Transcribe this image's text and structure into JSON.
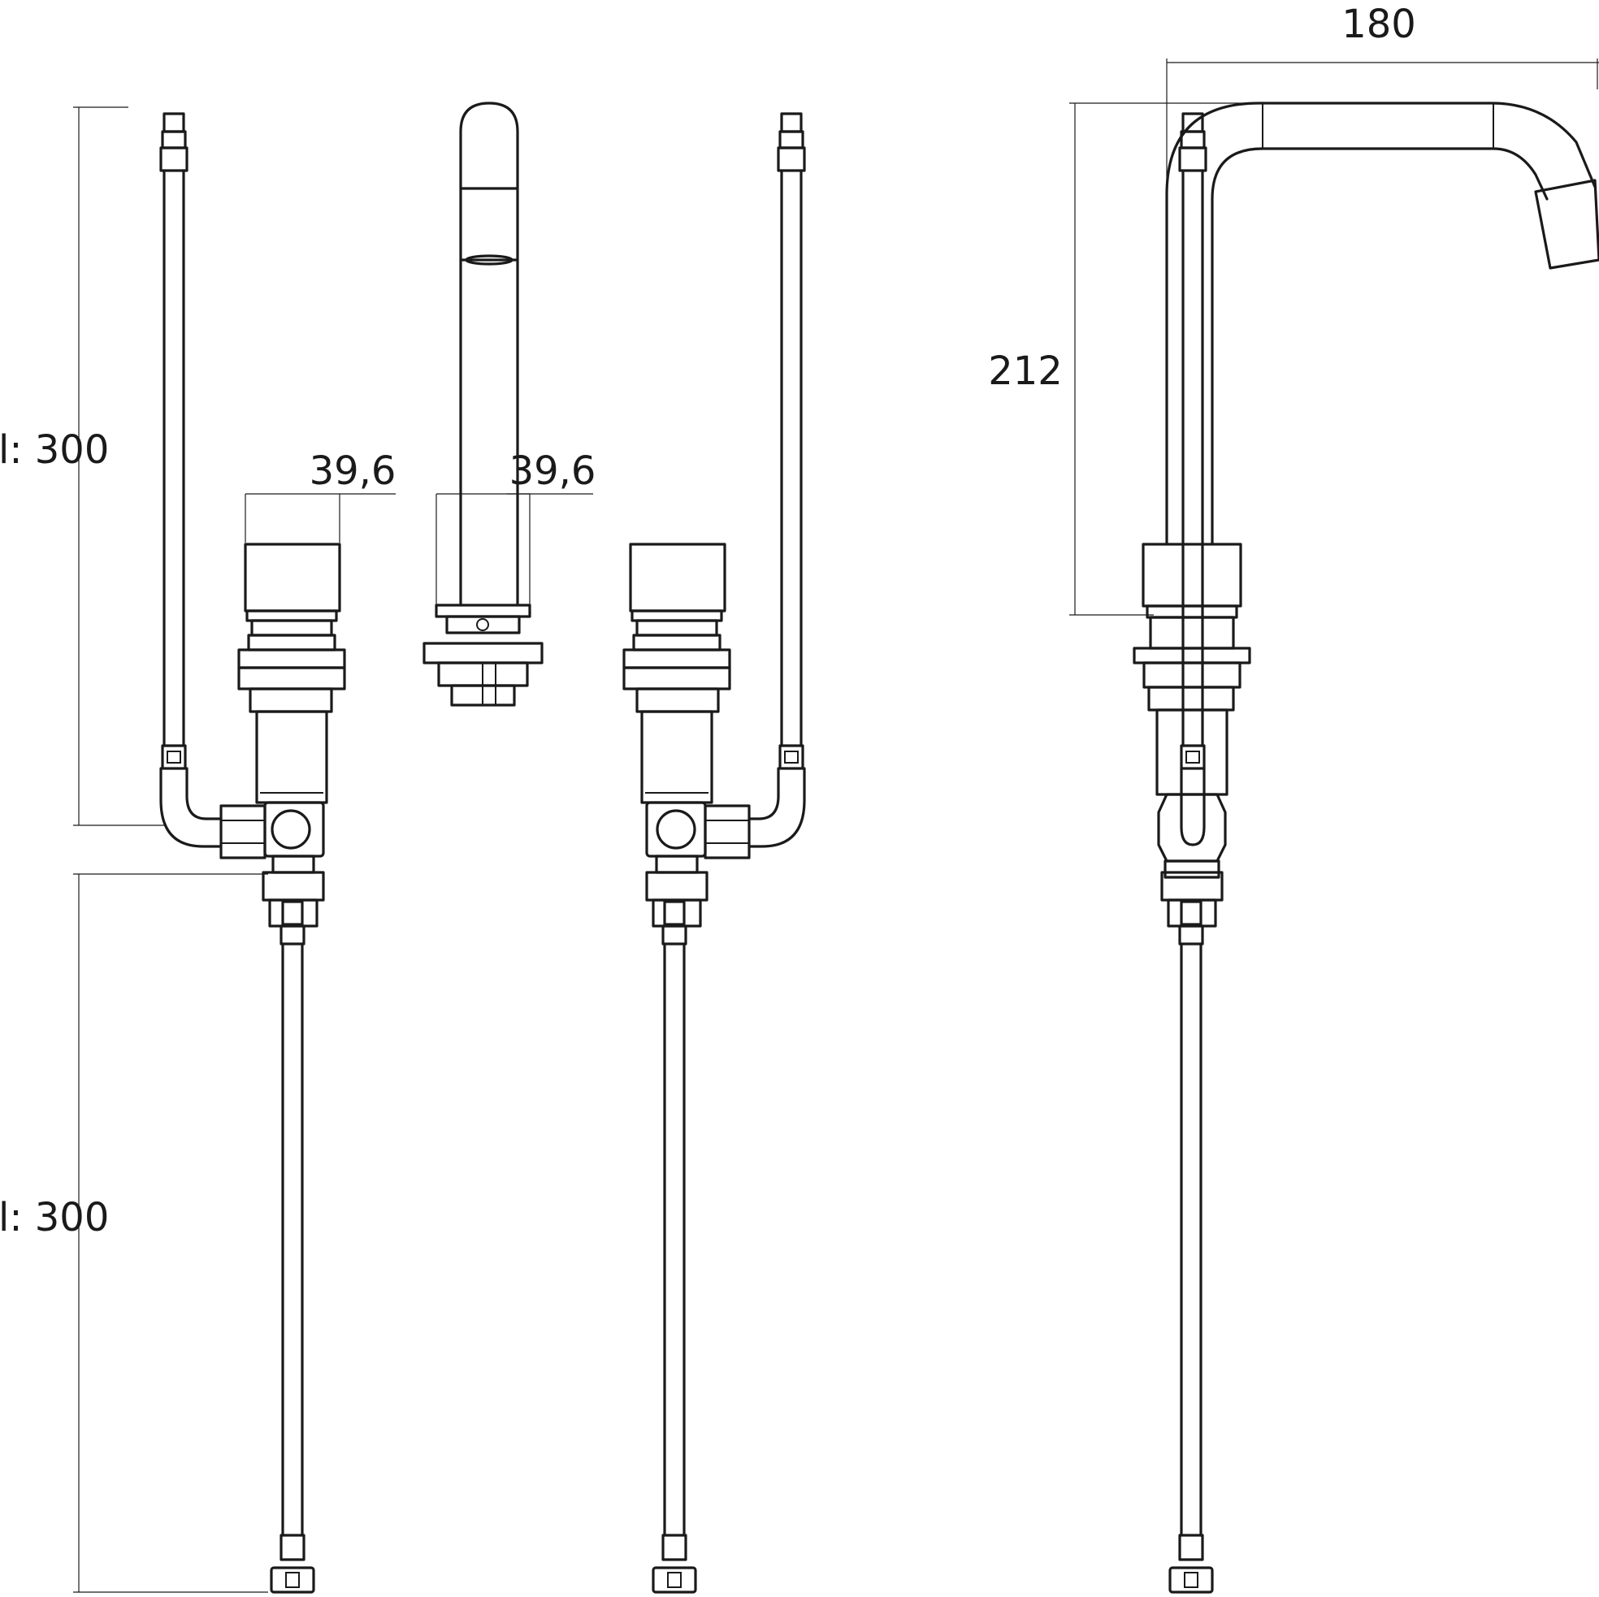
{
  "dimensions": {
    "left_upper_length": "l: 300",
    "left_lower_length": "l: 300",
    "handle_width_left": "39,6",
    "spout_width": "39,6",
    "spout_height": "212",
    "spout_reach": "180"
  }
}
